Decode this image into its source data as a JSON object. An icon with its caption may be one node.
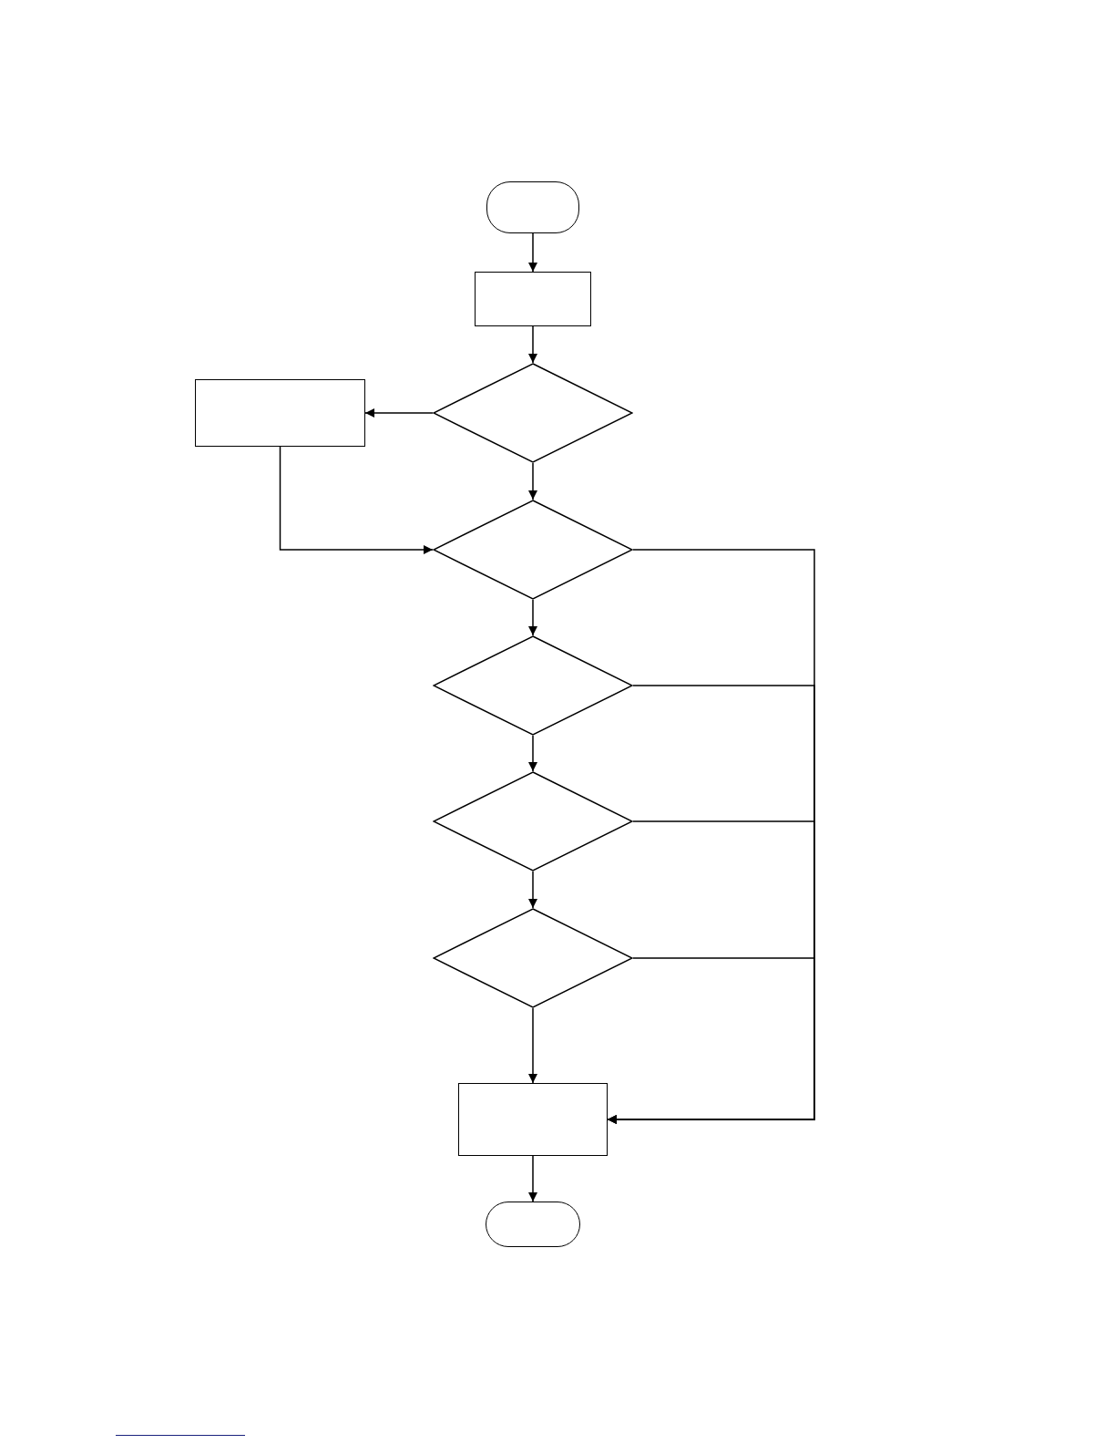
{
  "diagram": {
    "nodes": [
      {
        "text": [],
        "shape": "oval"
      },
      {
        "text": [],
        "shape": "box"
      },
      {
        "text": [],
        "shape": "diamond"
      },
      {
        "text": [],
        "shape": "box"
      },
      {
        "text": [],
        "shape": "diamond"
      },
      {
        "text": [],
        "shape": "diamond"
      },
      {
        "text": [],
        "shape": "diamond"
      },
      {
        "text": [],
        "shape": "diamond"
      },
      {
        "text": [],
        "shape": "box"
      },
      {
        "text": [],
        "shape": "oval"
      }
    ],
    "edges": [
      {
        "from": 0,
        "to": 1,
        "arrow": "to"
      },
      {
        "from": 1,
        "to": 2,
        "arrow": "to"
      },
      {
        "from": 2,
        "to": 3,
        "arrow": "to"
      },
      {
        "from": 2,
        "to": 4,
        "arrow": "to"
      },
      {
        "from": 3,
        "to": 4,
        "arrow": "to"
      },
      {
        "from": 4,
        "to": 5,
        "arrow": "to"
      },
      {
        "from": 5,
        "to": 6,
        "arrow": "to"
      },
      {
        "from": 6,
        "to": 7,
        "arrow": "to"
      },
      {
        "from": 7,
        "to": 8,
        "arrow": "to"
      },
      {
        "from": 4,
        "to": 8,
        "arrow": "to"
      },
      {
        "from": 5,
        "to": 8,
        "arrow": "to"
      },
      {
        "from": 6,
        "to": 8,
        "arrow": "to"
      },
      {
        "from": 7,
        "to": 8,
        "arrow": "to"
      },
      {
        "from": 8,
        "to": 9,
        "arrow": "to"
      }
    ]
  }
}
